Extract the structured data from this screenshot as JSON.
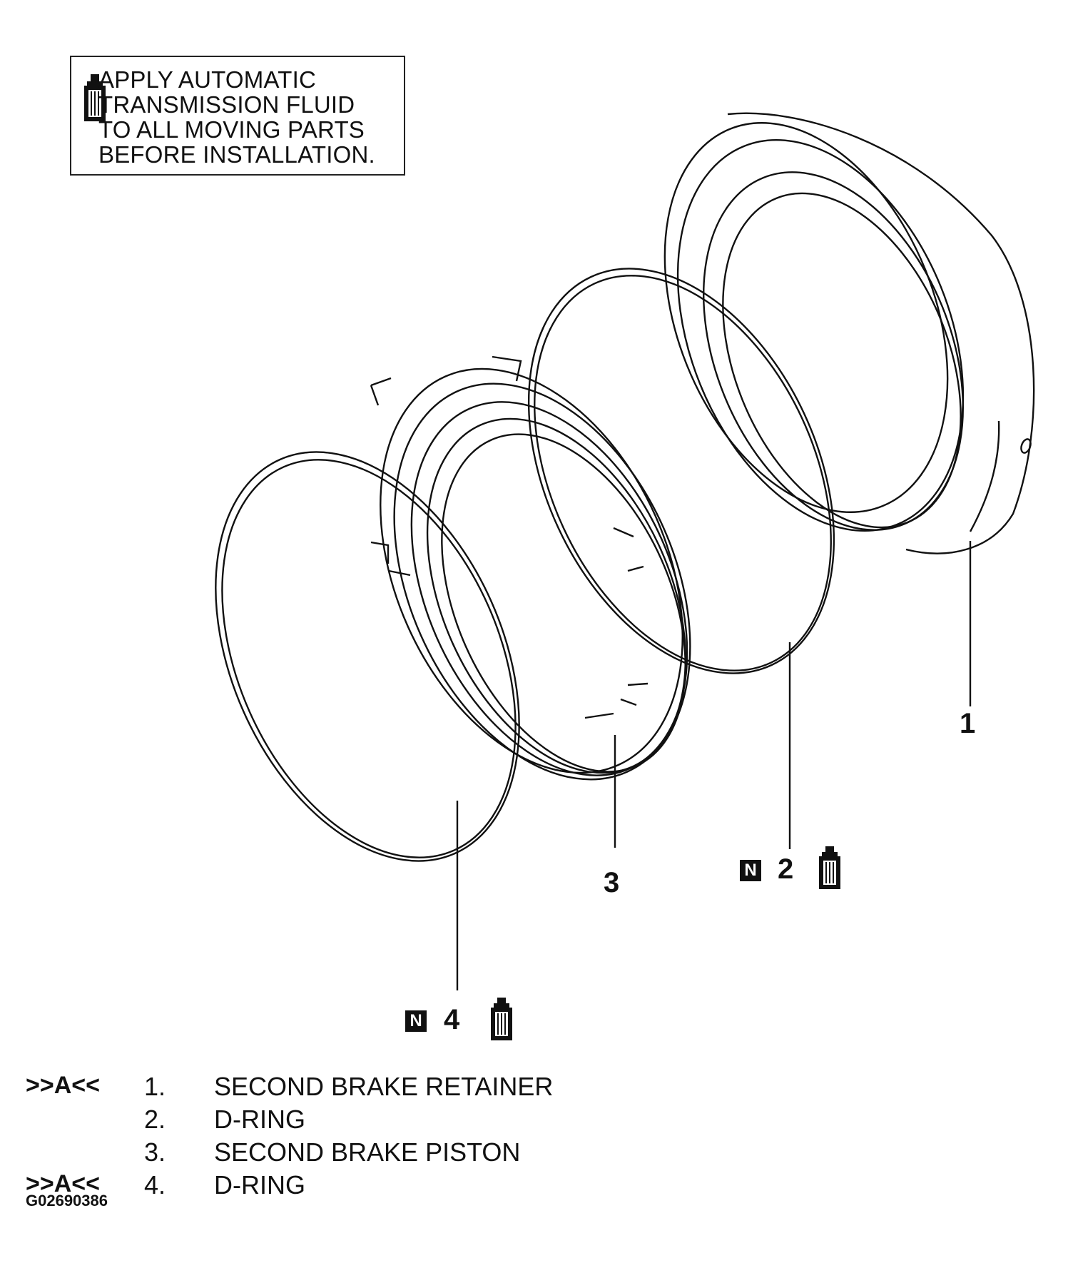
{
  "note": {
    "lines": [
      "APPLY AUTOMATIC",
      "TRANSMISSION FLUID",
      "TO ALL MOVING PARTS",
      "BEFORE INSTALLATION."
    ],
    "icon": "atf-bottle-icon"
  },
  "callouts": {
    "c1": "1",
    "c2": "2",
    "c3": "3",
    "c4": "4",
    "new_part_badge": "N"
  },
  "legend": [
    {
      "ref": ">>A<<",
      "num": "1.",
      "name": "SECOND BRAKE RETAINER"
    },
    {
      "ref": "",
      "num": "2.",
      "name": "D-RING"
    },
    {
      "ref": "",
      "num": "3.",
      "name": "SECOND BRAKE PISTON"
    },
    {
      "ref": ">>A<<",
      "num": "4.",
      "name": "D-RING"
    }
  ],
  "figure_code": "G02690386",
  "colors": {
    "line": "#111111",
    "background": "#ffffff"
  }
}
